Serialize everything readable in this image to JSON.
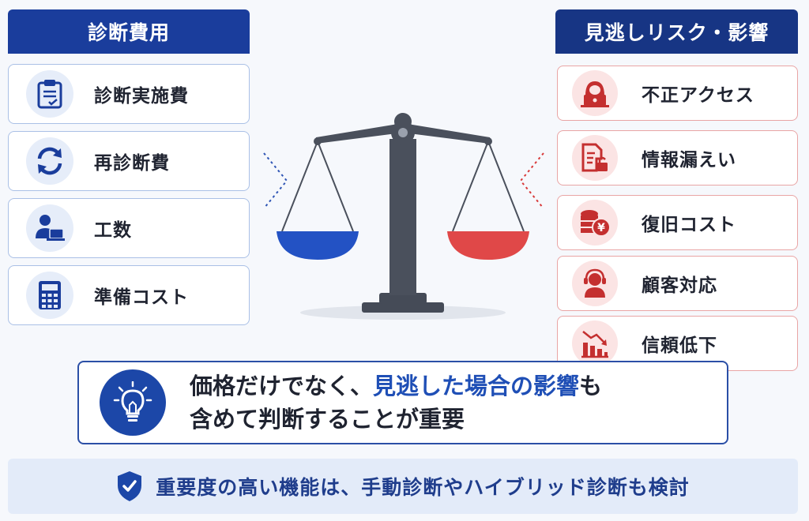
{
  "left_panel": {
    "title": "診断費用",
    "items": [
      {
        "label": "診断実施費",
        "icon": "clipboard-icon"
      },
      {
        "label": "再診断費",
        "icon": "refresh-icon"
      },
      {
        "label": "工数",
        "icon": "worker-laptop-icon"
      },
      {
        "label": "準備コスト",
        "icon": "calculator-icon"
      }
    ]
  },
  "right_panel": {
    "title": "見逃しリスク・影響",
    "items": [
      {
        "label": "不正アクセス",
        "icon": "hacker-icon"
      },
      {
        "label": "情報漏えい",
        "icon": "document-lock-icon"
      },
      {
        "label": "復旧コスト",
        "icon": "yen-coins-icon"
      },
      {
        "label": "顧客対応",
        "icon": "headset-icon"
      },
      {
        "label": "信頼低下",
        "icon": "declining-chart-icon"
      }
    ]
  },
  "callout": {
    "line1_prefix": "価格だけでなく、",
    "line1_highlight": "見逃した場合の影響",
    "line1_suffix": "も",
    "line2": "含めて判断することが重要",
    "icon": "lightbulb-icon"
  },
  "bottom_note": {
    "text": "重要度の高い機能は、手動診断やハイブリッド診断も検討",
    "icon": "shield-check-icon"
  },
  "colors": {
    "blue": "#1a3d9c",
    "red": "#d83a3a",
    "scale": "#4a505c"
  }
}
